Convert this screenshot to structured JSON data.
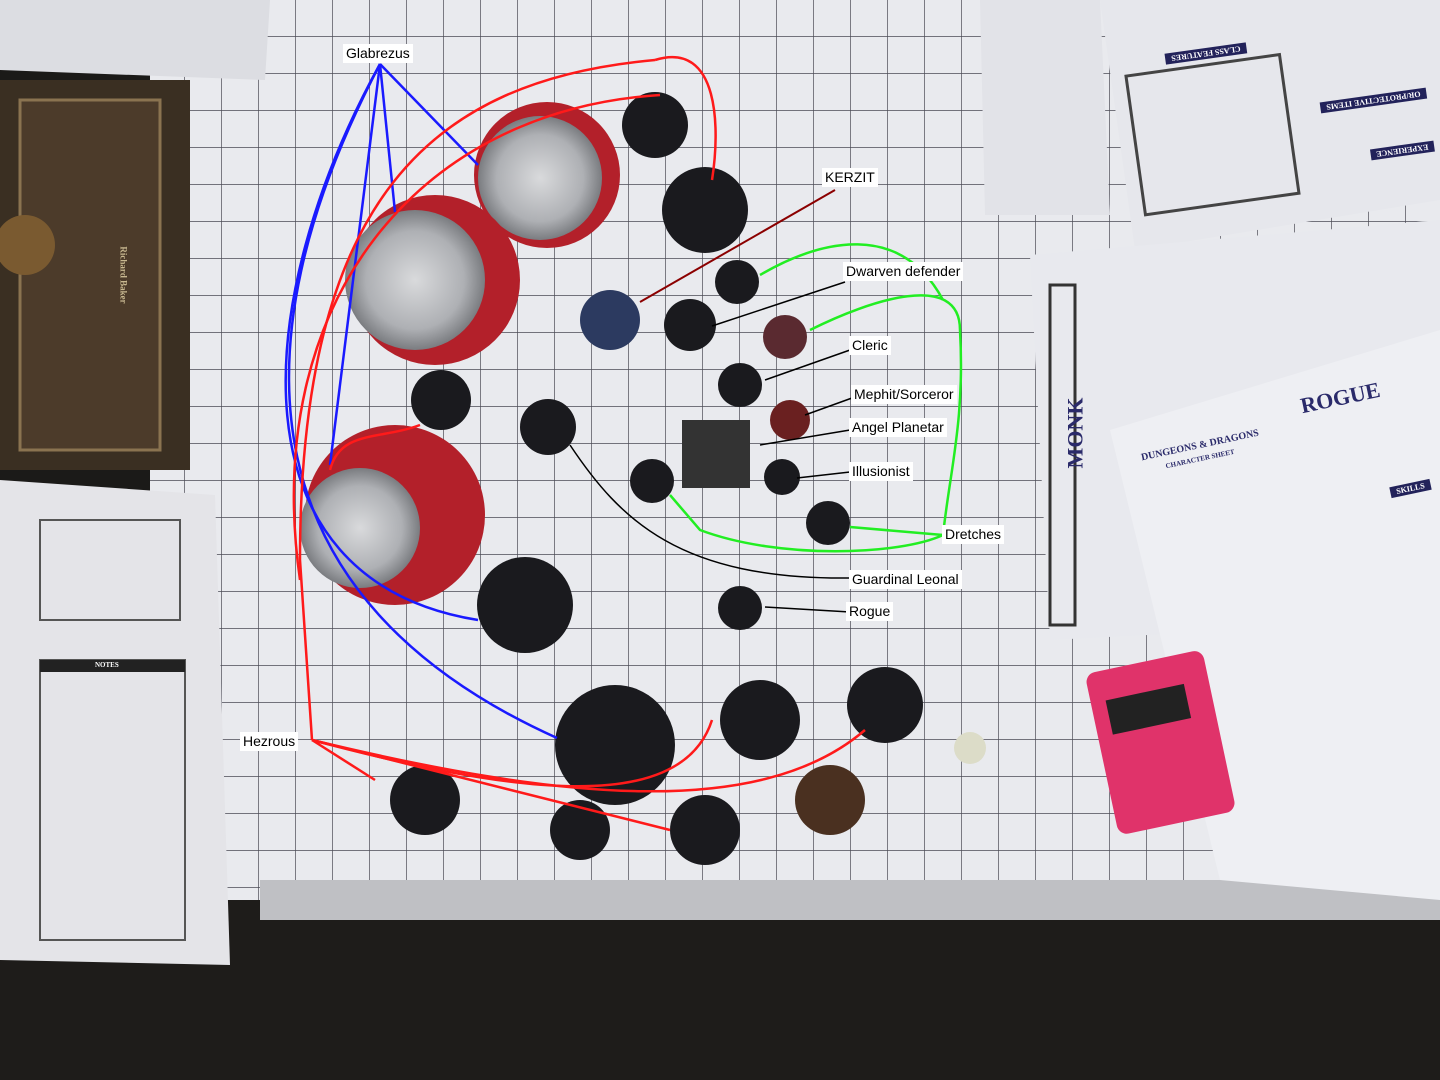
{
  "labels": {
    "glabrezus": "Glabrezus",
    "kerzit": "KERZIT",
    "dwarven_defender": "Dwarven defender",
    "cleric": "Cleric",
    "mephit": "Mephit/Sorceror",
    "angel": "Angel Planetar",
    "illusionist": "Illusionist",
    "dretches": "Dretches",
    "guardinal": "Guardinal Leonal",
    "rogue": "Rogue",
    "hezrous": "Hezrous"
  },
  "sheets": {
    "monk": "MONK",
    "rogue": "ROGUE",
    "dnd": "DUNGEONS & DRAGONS",
    "character_sheet": "CHARACTER SHEET",
    "class_features": "CLASS FEATURES",
    "protective_items": "OR/PROTECTIVE ITEMS",
    "experience": "EXPERIENCE",
    "skills": "SKILLS",
    "notes": "NOTES",
    "book_author": "Richard Baker"
  },
  "colors": {
    "red": "#ff1a1a",
    "blue": "#1a1aff",
    "green": "#22ee22",
    "kerzit": "#8b0000",
    "black": "#000000"
  }
}
